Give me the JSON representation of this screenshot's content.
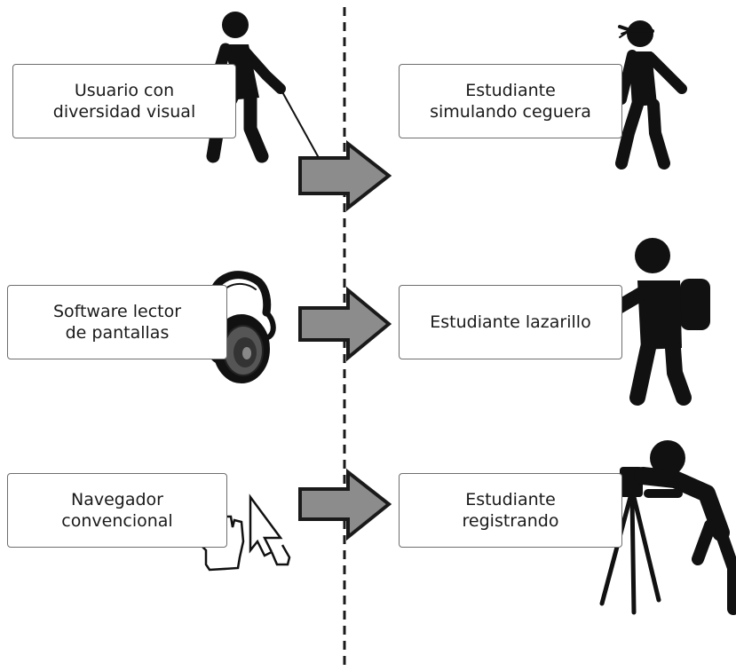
{
  "rows": [
    {
      "left_label": "Usuario con\ndiversidad visual",
      "right_label": "Estudiante\nsimulando ceguera",
      "left_icon": "blind-person-with-cane-icon",
      "right_icon": "blindfolded-student-icon"
    },
    {
      "left_label": "Software lector\nde pantallas",
      "right_label": "Estudiante lazarillo",
      "left_icon": "headphones-icon",
      "right_icon": "student-with-backpack-icon"
    },
    {
      "left_label": "Navegador\nconvencional",
      "right_label": "Estudiante\nregistrando",
      "left_icon": "hand-pointer-cursor-icon",
      "right_icon": "photographer-with-tripod-icon"
    }
  ],
  "colors": {
    "arrow_fill": "#8c8c8c",
    "stroke": "#1a1a1a",
    "box_border": "#6e6e6e",
    "figure": "#111111"
  }
}
